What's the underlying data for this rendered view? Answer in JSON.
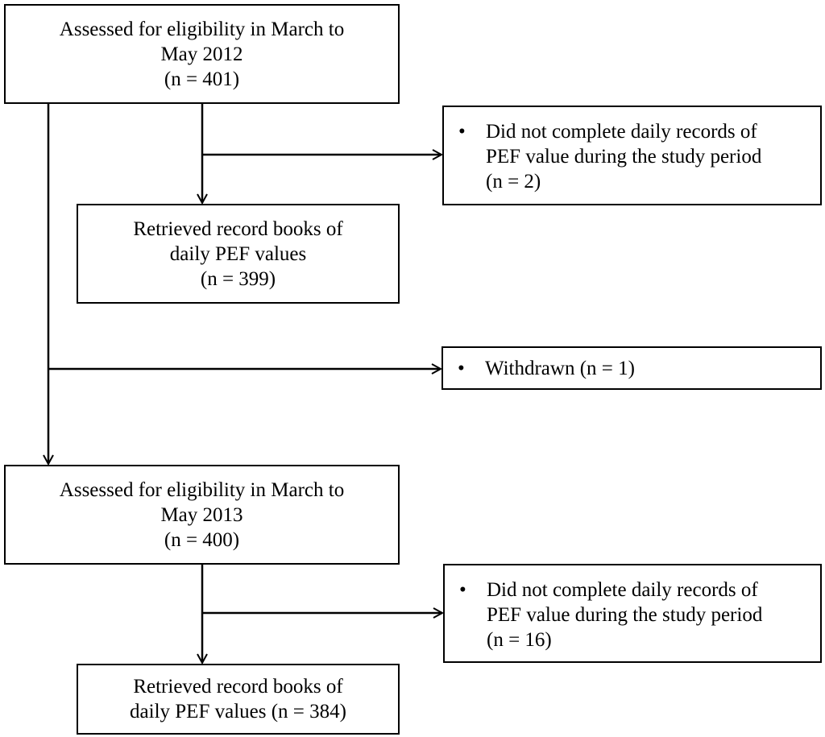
{
  "boxes": {
    "assess2012": {
      "lines": [
        "Assessed for eligibility in March to",
        "May 2012",
        "(n = 401)"
      ]
    },
    "retrieved2012": {
      "lines": [
        "Retrieved record books of",
        "daily PEF values",
        "(n = 399)"
      ]
    },
    "excl2012": {
      "bullet": "•",
      "lines": [
        "Did not complete daily records of",
        "PEF value during the study period",
        "(n = 2)"
      ]
    },
    "withdrawn": {
      "bullet": "•",
      "lines": [
        "Withdrawn (n = 1)"
      ]
    },
    "assess2013": {
      "lines": [
        "Assessed for eligibility in March to",
        "May 2013",
        "(n = 400)"
      ]
    },
    "excl2013": {
      "bullet": "•",
      "lines": [
        "Did not complete daily records of",
        "PEF value during the study period",
        "(n = 16)"
      ]
    },
    "retrieved2013": {
      "lines": [
        "Retrieved record books of",
        "daily PEF values (n = 384)"
      ]
    }
  }
}
